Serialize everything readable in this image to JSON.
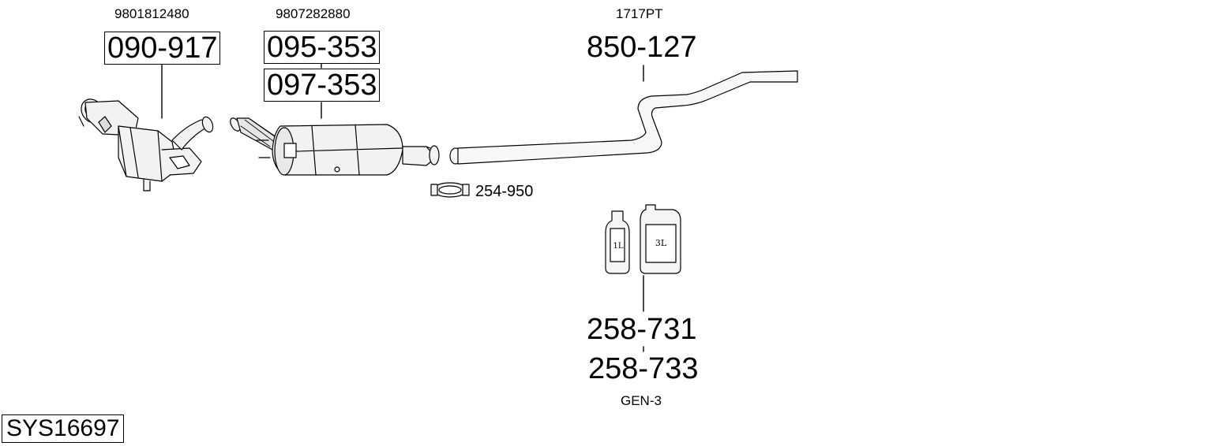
{
  "system_code": "SYS16697",
  "parts": {
    "catalyst": {
      "oe_number": "9801812480",
      "part_number": "090-917"
    },
    "dpf": {
      "oe_number": "9807282880",
      "part_numbers": [
        "095-353",
        "097-353"
      ]
    },
    "pipe": {
      "oe_number": "1717PT",
      "part_number": "850-127"
    },
    "clamp": {
      "part_number": "254-950"
    },
    "fluid": {
      "part_numbers": [
        "258-731",
        "258-733"
      ],
      "note": "GEN-3",
      "containers": [
        "1L",
        "3L"
      ]
    }
  }
}
